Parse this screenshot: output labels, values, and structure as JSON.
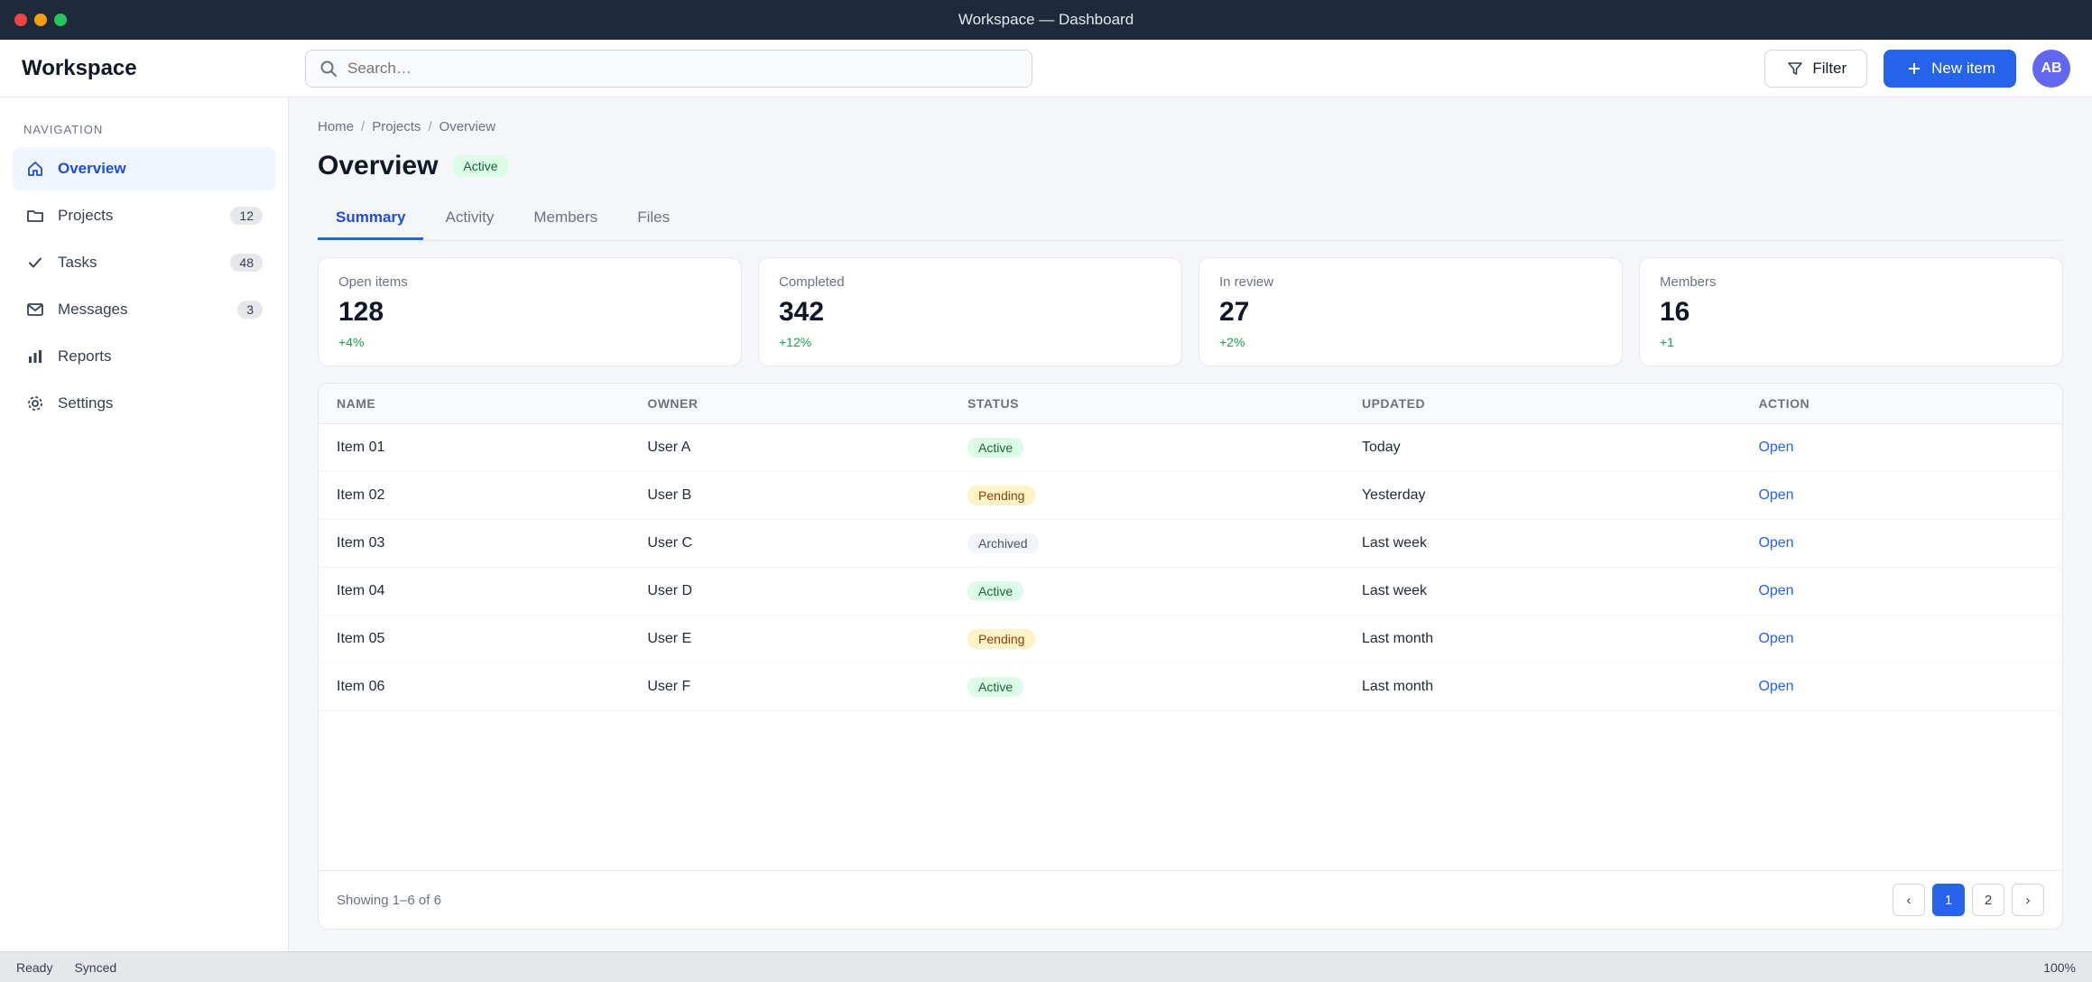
{
  "window": {
    "title": "Workspace — Dashboard"
  },
  "toolbar": {
    "brand": "Workspace",
    "search_placeholder": "Search…",
    "filter_label": "Filter",
    "new_label": "New item",
    "avatar_initials": "AB"
  },
  "sidebar": {
    "heading": "Navigation",
    "items": [
      {
        "label": "Overview",
        "icon": "home-icon",
        "count": ""
      },
      {
        "label": "Projects",
        "icon": "folder-icon",
        "count": "12"
      },
      {
        "label": "Tasks",
        "icon": "check-icon",
        "count": "48"
      },
      {
        "label": "Messages",
        "icon": "mail-icon",
        "count": "3"
      },
      {
        "label": "Reports",
        "icon": "chart-icon",
        "count": ""
      },
      {
        "label": "Settings",
        "icon": "gear-icon",
        "count": ""
      }
    ]
  },
  "main": {
    "breadcrumb": [
      "Home",
      "Projects",
      "Overview"
    ],
    "title": "Overview",
    "status": "Active",
    "tabs": [
      "Summary",
      "Activity",
      "Members",
      "Files"
    ],
    "cards": [
      {
        "label": "Open items",
        "value": "128",
        "delta": "+4%"
      },
      {
        "label": "Completed",
        "value": "342",
        "delta": "+12%"
      },
      {
        "label": "In review",
        "value": "27",
        "delta": "+2%"
      },
      {
        "label": "Members",
        "value": "16",
        "delta": "+1"
      }
    ],
    "table": {
      "columns": [
        "Name",
        "Owner",
        "Status",
        "Updated",
        "Action"
      ],
      "rows": [
        {
          "name": "Item 01",
          "owner": "User A",
          "status": "Active",
          "status_kind": "ok",
          "updated": "Today",
          "action": "Open"
        },
        {
          "name": "Item 02",
          "owner": "User B",
          "status": "Pending",
          "status_kind": "warn",
          "updated": "Yesterday",
          "action": "Open"
        },
        {
          "name": "Item 03",
          "owner": "User C",
          "status": "Archived",
          "status_kind": "off",
          "updated": "Last week",
          "action": "Open"
        },
        {
          "name": "Item 04",
          "owner": "User D",
          "status": "Active",
          "status_kind": "ok",
          "updated": "Last week",
          "action": "Open"
        },
        {
          "name": "Item 05",
          "owner": "User E",
          "status": "Pending",
          "status_kind": "warn",
          "updated": "Last month",
          "action": "Open"
        },
        {
          "name": "Item 06",
          "owner": "User F",
          "status": "Active",
          "status_kind": "ok",
          "updated": "Last month",
          "action": "Open"
        }
      ],
      "footer_text": "Showing 1–6 of 6",
      "pages": [
        "‹",
        "1",
        "2",
        "›"
      ],
      "current_page": "1"
    }
  },
  "statusbar": {
    "left": "Ready",
    "middle": "Synced",
    "right": "100%"
  },
  "colors": {
    "accent": "#2563eb",
    "sidebar_active": "#eff6ff"
  }
}
